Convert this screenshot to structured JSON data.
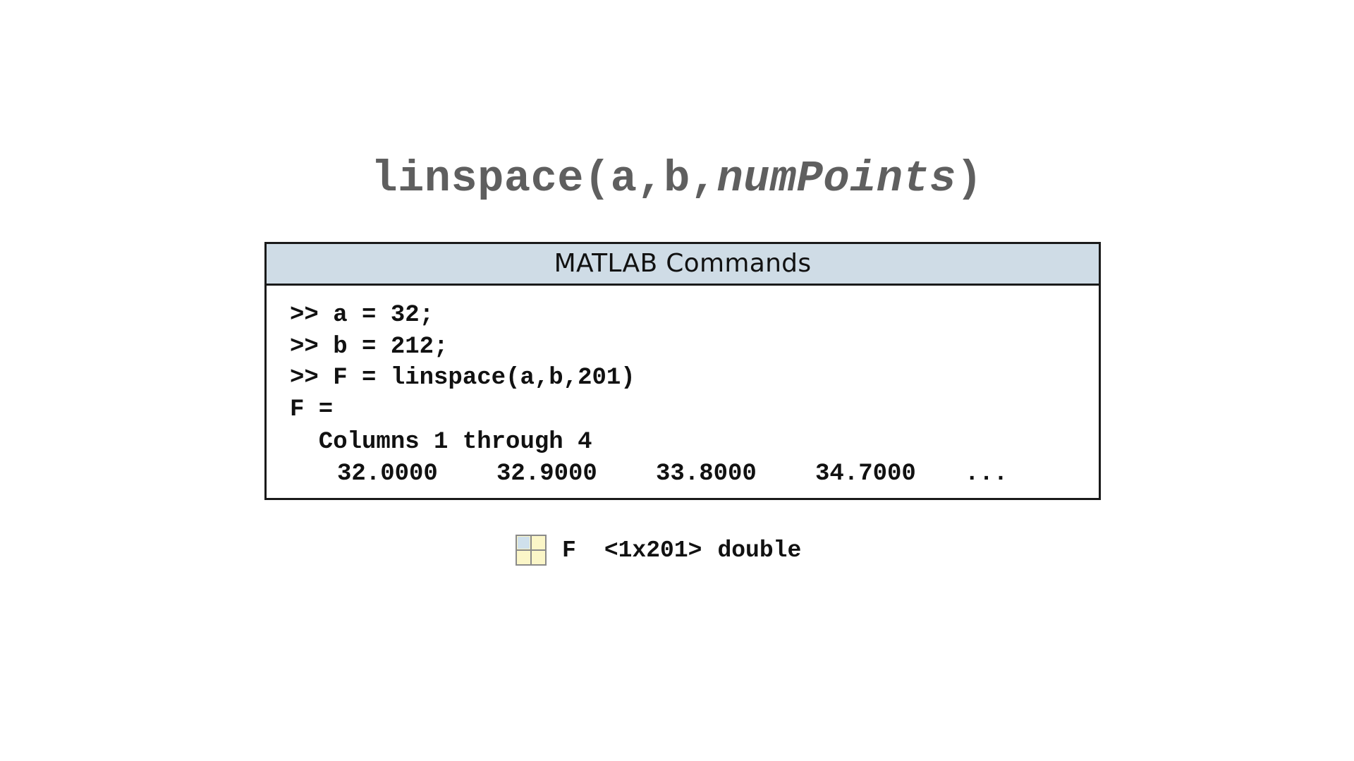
{
  "title": {
    "func": "linspace(a,b,",
    "arg_italic": "numPoints",
    "close": ")"
  },
  "panel": {
    "header": "MATLAB Commands",
    "lines": [
      ">> a = 32;",
      ">> b = 212;",
      ">> F = linspace(a,b,201)",
      "F =",
      "  Columns 1 through 4"
    ],
    "values": [
      "32.0000",
      "32.9000",
      "33.8000",
      "34.7000"
    ],
    "ellipsis": "..."
  },
  "workspace": {
    "icon": "matrix-grid-icon",
    "name": "F",
    "size": "<1x201>",
    "class": "double"
  },
  "colors": {
    "header_bg": "#cfdce6",
    "title_text": "#5f5f5f",
    "icon_fill": "#fbf6c8"
  }
}
